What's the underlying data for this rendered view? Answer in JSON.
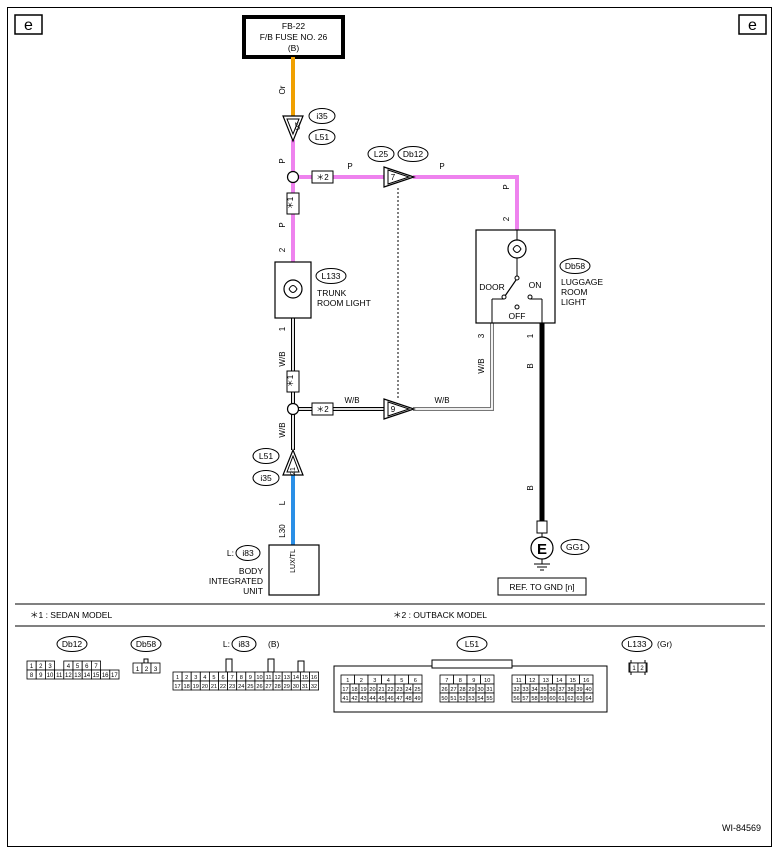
{
  "page_tags": {
    "left": "e",
    "right": "e"
  },
  "fuse": {
    "id": "FB-22",
    "name": "F/B FUSE NO. 26",
    "code": "(B)"
  },
  "wire_colors": {
    "or": "Or",
    "p": "P",
    "wb": "W/B",
    "b": "B",
    "l": "L"
  },
  "connectors": {
    "i35": "i35",
    "L51": "L51",
    "L25": "L25",
    "Db12": "Db12",
    "L133": "L133",
    "Db58": "Db58",
    "GG1": "GG1",
    "i83": "i83"
  },
  "pins": {
    "i35_top": "20",
    "i35_bottom": "21",
    "db12_7": "7",
    "db12_9": "9",
    "trunk_2": "2",
    "trunk_1": "1",
    "luggage_2": "2",
    "luggage_1": "1",
    "luggage_3": "3",
    "l30": "L30",
    "lux_tl": "LUX/TL"
  },
  "markers": {
    "m1": "＊1",
    "m2": "＊2"
  },
  "components": {
    "trunk_light": [
      "TRUNK",
      "ROOM LIGHT"
    ],
    "luggage_light": [
      "LUGGAGE",
      "ROOM",
      "LIGHT"
    ],
    "switch": {
      "door": "DOOR",
      "on": "ON",
      "off": "OFF"
    },
    "ground_symbol": "E",
    "bcu_prefix": "L:",
    "bcu": [
      "BODY",
      "INTEGRATED",
      "UNIT"
    ],
    "ref_gnd": "REF. TO GND [n]"
  },
  "legend": {
    "sedan": "＊1 : SEDAN MODEL",
    "outback": "＊2 : OUTBACK MODEL"
  },
  "connector_views": {
    "db12": {
      "label": "Db12",
      "row1": [
        "1",
        "2",
        "3",
        "",
        "4",
        "5",
        "6",
        "7"
      ],
      "row2": [
        "8",
        "9",
        "10",
        "11",
        "12",
        "13",
        "14",
        "15",
        "16",
        "17"
      ]
    },
    "db58": {
      "label": "Db58",
      "pins": [
        "1",
        "2",
        "3"
      ]
    },
    "i83": {
      "prefix": "L:",
      "label": "i83",
      "suffix": "(B)",
      "row1": [
        "1",
        "2",
        "3",
        "4",
        "5",
        "6",
        "7",
        "8",
        "9",
        "10",
        "11",
        "12",
        "13",
        "14",
        "15",
        "16"
      ],
      "row2": [
        "17",
        "18",
        "19",
        "20",
        "21",
        "22",
        "23",
        "24",
        "25",
        "26",
        "27",
        "28",
        "29",
        "30",
        "31",
        "32"
      ]
    },
    "l51": {
      "label": "L51",
      "g1r1": [
        "1",
        "2",
        "3",
        "4",
        "5",
        "6"
      ],
      "g1r2": [
        "17",
        "18",
        "19",
        "20",
        "21",
        "22",
        "23",
        "24",
        "25"
      ],
      "g1r3": [
        "41",
        "42",
        "43",
        "44",
        "45",
        "46",
        "47",
        "48",
        "49"
      ],
      "g2r1": [
        "7",
        "8",
        "9",
        "10"
      ],
      "g2r2": [
        "26",
        "27",
        "28",
        "29",
        "30",
        "31"
      ],
      "g2r3": [
        "50",
        "51",
        "52",
        "53",
        "54",
        "55"
      ],
      "g3r1": [
        "11",
        "12",
        "13",
        "14",
        "15",
        "16"
      ],
      "g3r2": [
        "32",
        "33",
        "34",
        "35",
        "36",
        "37",
        "38",
        "39",
        "40"
      ],
      "g3r3": [
        "56",
        "57",
        "58",
        "59",
        "60",
        "61",
        "62",
        "63",
        "64"
      ]
    },
    "l133": {
      "label": "L133",
      "suffix": "(Gr)",
      "pins": [
        "1",
        "2"
      ]
    }
  },
  "figure_id": "WI-84569",
  "colors": {
    "orange": "#f0a000",
    "pink": "#ee82ee",
    "blue": "#2a8fe6",
    "black": "#000000",
    "grey": "#777777"
  }
}
